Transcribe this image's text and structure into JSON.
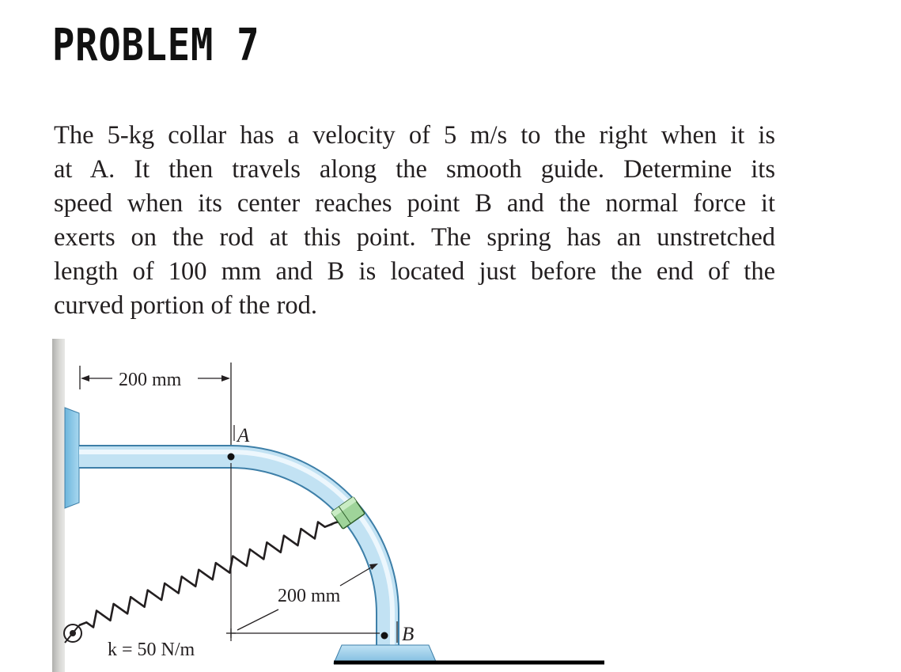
{
  "problem": {
    "title": "PROBLEM 7",
    "lines": [
      "The 5-kg collar has a velocity of 5 m/s to the right when it is",
      "at A. It then travels along the smooth guide. Determine its",
      "speed when its center reaches point B and the normal force it",
      "exerts on the rod at this point. The spring has an unstretched",
      "length of 100 mm and B is located just before the end of the",
      "curved portion of the rod."
    ]
  },
  "figure": {
    "dim_horizontal": "200 mm",
    "dim_radius": "200 mm",
    "point_a": "A",
    "point_b": "B",
    "spring_label": "k = 50 N/m",
    "colors": {
      "rod": "#bfe0f3",
      "rod_edge": "#3d7fa8",
      "mount": "#8ccbeb",
      "wall": "#c9c9c6",
      "collar": "#9fd49a"
    }
  }
}
